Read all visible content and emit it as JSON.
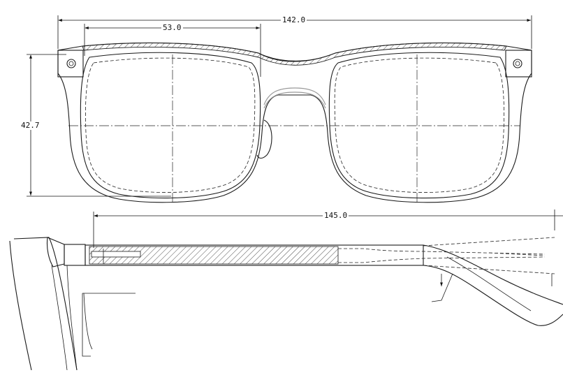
{
  "drawing": {
    "dimensions": {
      "overall_width": "142.0",
      "lens_width": "53.0",
      "lens_height": "42.7",
      "temple_length": "145.0"
    }
  }
}
